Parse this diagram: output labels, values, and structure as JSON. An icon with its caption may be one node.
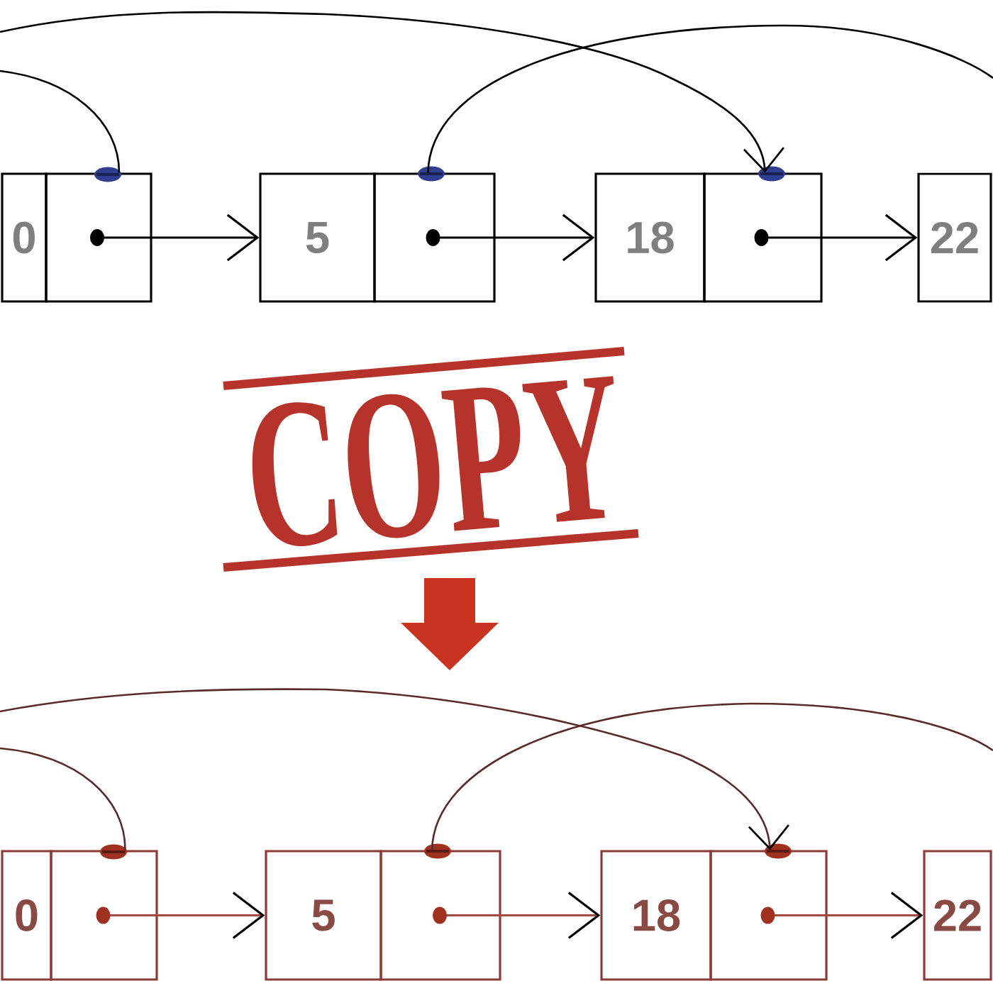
{
  "diagram": {
    "nodes": [
      {
        "text": [
          "0"
        ]
      },
      {
        "text": [],
        "shape": "box"
      },
      {
        "text": [
          "5"
        ]
      },
      {
        "text": [],
        "shape": "box"
      },
      {
        "text": [
          "18"
        ]
      },
      {
        "text": [],
        "shape": "box"
      },
      {
        "text": [
          "22"
        ]
      },
      {
        "text": [
          "0"
        ]
      },
      {
        "text": [],
        "shape": "box"
      },
      {
        "text": [
          "5"
        ]
      },
      {
        "text": [],
        "shape": "box"
      },
      {
        "text": [
          "18"
        ]
      },
      {
        "text": [],
        "shape": "box"
      },
      {
        "text": [
          "22"
        ]
      }
    ],
    "edges": [
      {
        "from": 1,
        "to": 2,
        "arrow": "to"
      },
      {
        "from": 3,
        "to": 4,
        "arrow": "to"
      },
      {
        "from": 5,
        "to": 6,
        "arrow": "to"
      },
      {
        "from": 1,
        "to": null,
        "arrow": "none"
      },
      {
        "from": null,
        "to": 5,
        "arrow": "to"
      },
      {
        "from": 3,
        "to": null,
        "arrow": "none"
      },
      {
        "from": 8,
        "to": 9,
        "arrow": "to",
        "color": "#a04a42"
      },
      {
        "from": 10,
        "to": 11,
        "arrow": "to",
        "color": "#a04a42"
      },
      {
        "from": 12,
        "to": 13,
        "arrow": "to",
        "color": "#a04a42"
      },
      {
        "from": 8,
        "to": null,
        "arrow": "none",
        "color": "#5a2a28"
      },
      {
        "from": null,
        "to": 12,
        "arrow": "to",
        "color": "#5a2a28"
      },
      {
        "from": 10,
        "to": null,
        "arrow": "none",
        "color": "#5a2a28"
      }
    ],
    "labels": [
      "COPY"
    ]
  }
}
